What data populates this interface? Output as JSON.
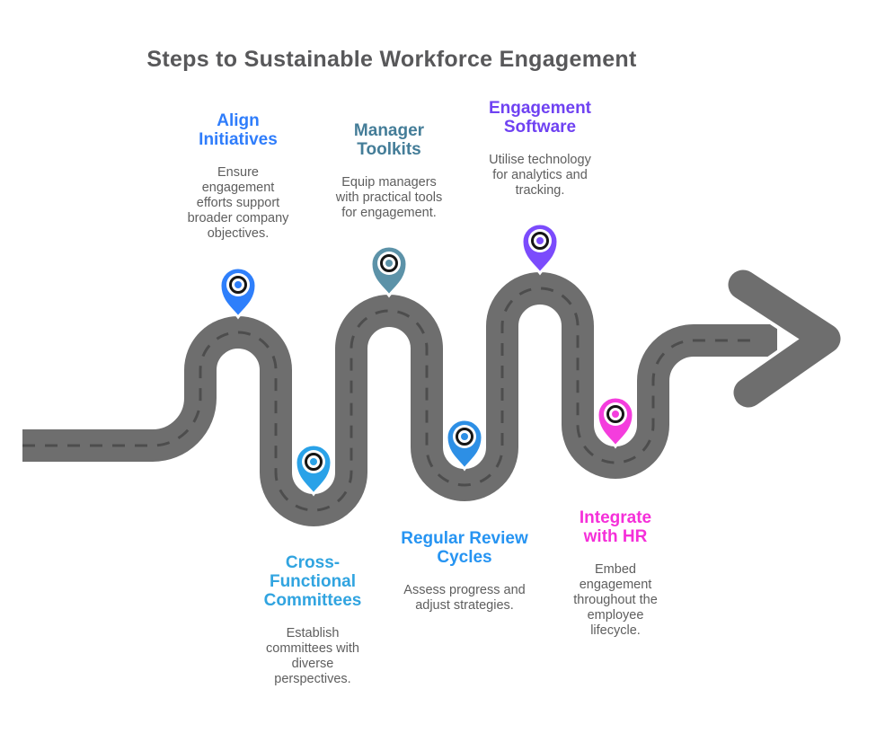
{
  "title": "Steps to Sustainable Workforce Engagement",
  "colors": {
    "title_text": "#58585a",
    "description_text": "#5e5e5e",
    "road": "#6e6e6e",
    "road_dash": "#4d4d4d",
    "road_outline": "#ffffff",
    "pin_ring": "#161616"
  },
  "steps": [
    {
      "label": "Align\nInitiatives",
      "description": "Ensure\nengagement\nefforts support\nbroader company\nobjectives.",
      "color": "#2f7dfb",
      "pin_color": "#2e7ffb",
      "pin_icon": "map-pin",
      "row": "top"
    },
    {
      "label": "Manager\nToolkits",
      "description": "Equip managers\nwith practical tools\nfor engagement.",
      "color": "#447d98",
      "pin_color": "#5c92a8",
      "pin_icon": "map-pin",
      "row": "top"
    },
    {
      "label": "Engagement\nSoftware",
      "description": "Utilise technology\nfor analytics and\ntracking.",
      "color": "#6f42f2",
      "pin_color": "#7b4bfc",
      "pin_icon": "map-pin",
      "row": "top"
    },
    {
      "label": "Cross-\nFunctional\nCommittees",
      "description": "Establish\ncommittees with\ndiverse\nperspectives.",
      "color": "#31a4e0",
      "pin_color": "#2aa2e8",
      "pin_icon": "map-pin",
      "row": "bottom"
    },
    {
      "label": "Regular Review\nCycles",
      "description": "Assess progress and\nadjust strategies.",
      "color": "#2694f2",
      "pin_color": "#2d8fe5",
      "pin_icon": "map-pin",
      "row": "bottom"
    },
    {
      "label": "Integrate\nwith HR",
      "description": "Embed\nengagement\nthroughout the\nemployee\nlifecycle.",
      "color": "#f52fd9",
      "pin_color": "#f43ddd",
      "pin_icon": "map-pin",
      "row": "bottom"
    }
  ]
}
